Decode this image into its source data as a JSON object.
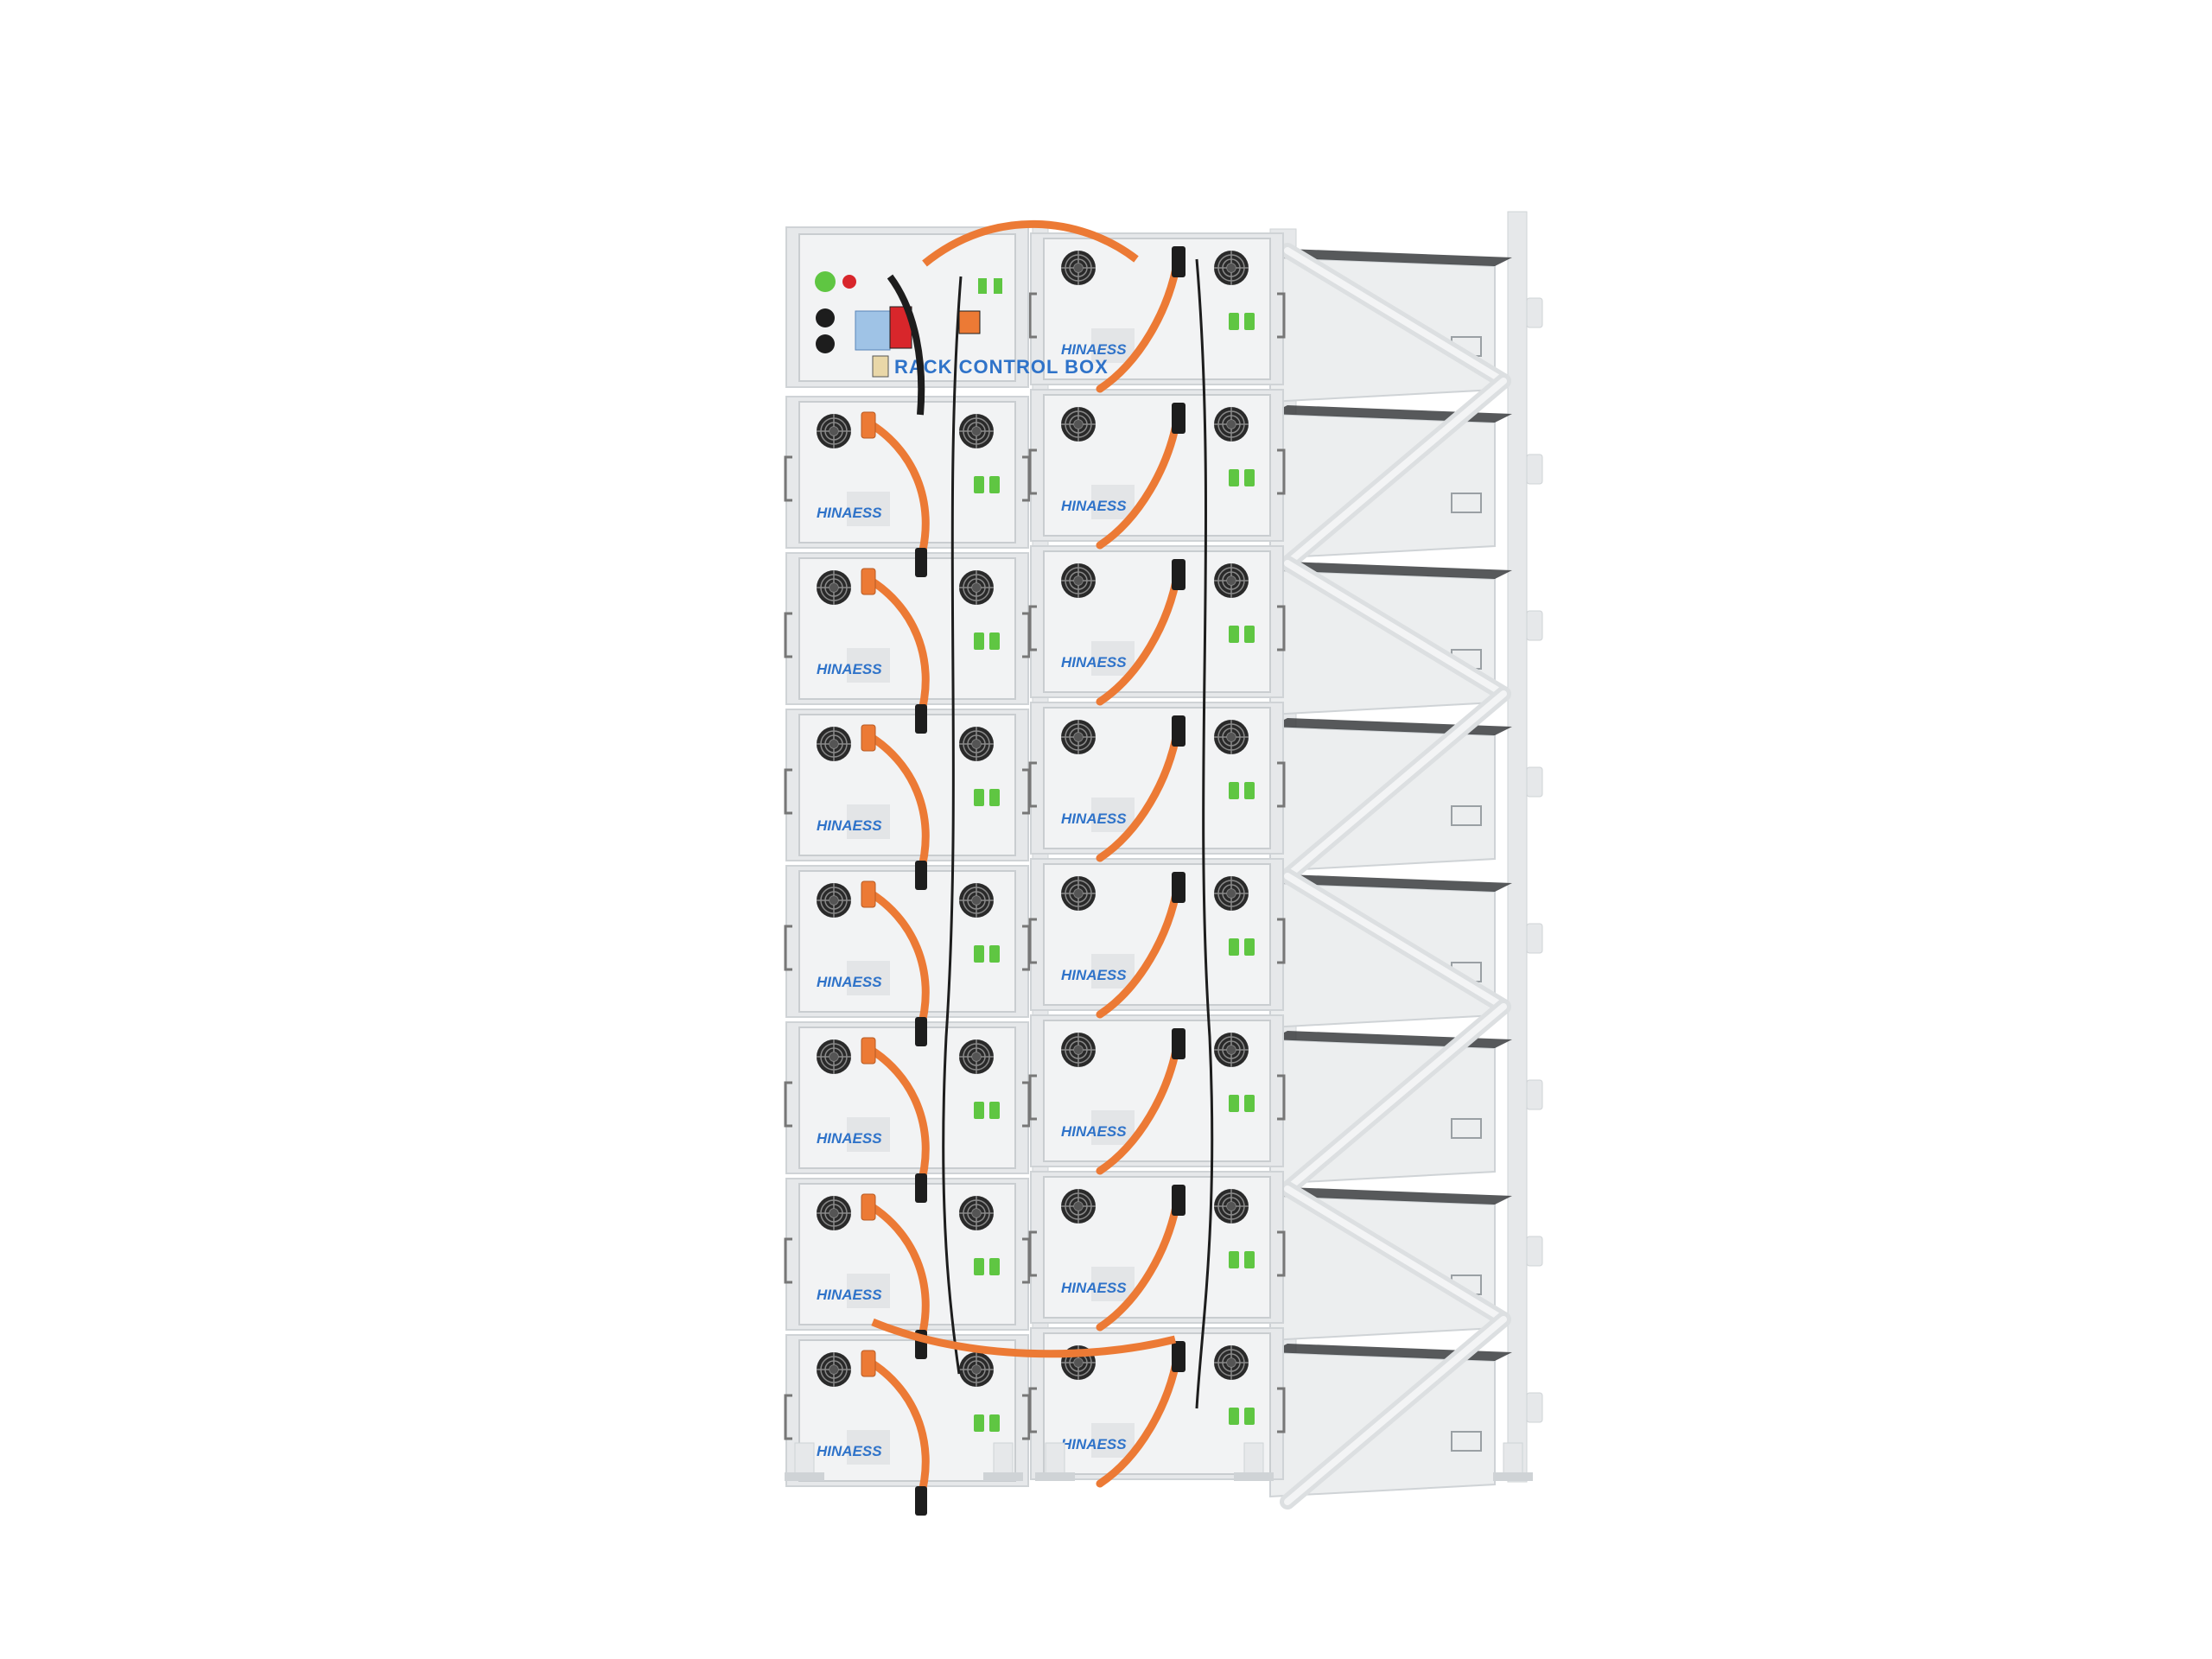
{
  "product": {
    "control_box_label": "RACK CONTROL BOX",
    "brand": "HINAESS",
    "module_count_per_column": 8,
    "columns": 2
  },
  "colors": {
    "background": "#ffffff",
    "panel": "#f2f3f4",
    "panel_shade": "#e3e5e7",
    "frame": "#e6e8ea",
    "frame_dark": "#cfd3d6",
    "cable_orange": "#ec7a35",
    "cable_dark": "#1d1d1d",
    "accent_green": "#5fc642",
    "brand_blue": "#2f73c9",
    "breaker_red": "#d8262b"
  },
  "icons": [
    "fan-grille-icon",
    "power-button-icon",
    "breaker-switch-icon",
    "connector-icon",
    "handle-icon"
  ]
}
